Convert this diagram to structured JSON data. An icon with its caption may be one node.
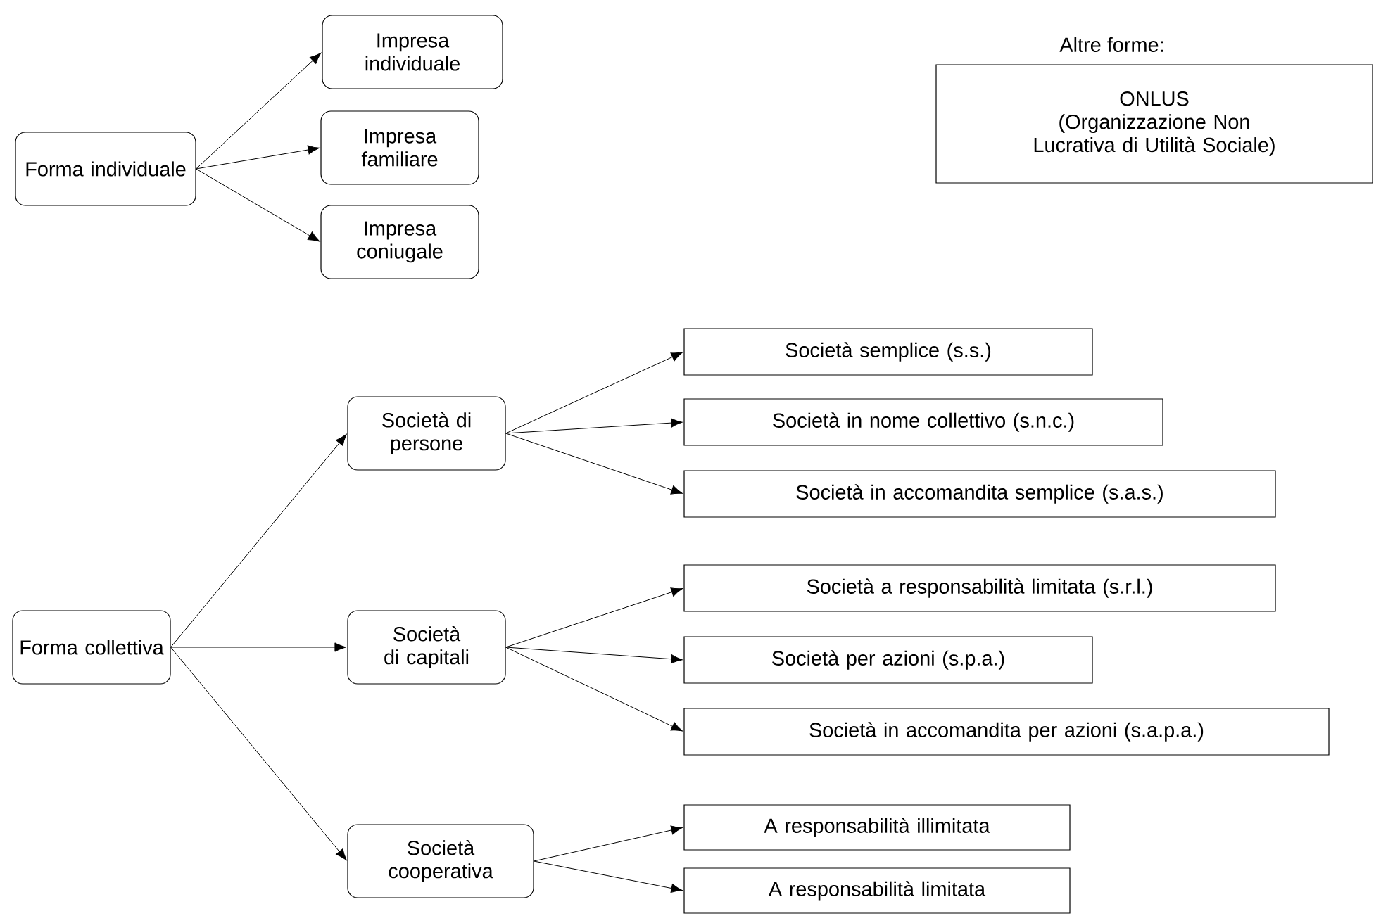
{
  "diagram": {
    "nodes": [
      {
        "text": [
          "Forma individuale"
        ]
      },
      {
        "text": [
          "Impresa individuale"
        ]
      },
      {
        "text": [
          "Impresa familiare"
        ]
      },
      {
        "text": [
          "Impresa coniugale"
        ]
      },
      {
        "text": [
          "Altre forme:",
          "ONLUS",
          "(Organizzazione Non Lucrativa di Utilità Sociale)"
        ]
      },
      {
        "text": [
          "Forma collettiva"
        ]
      },
      {
        "text": [
          "Società di persone"
        ]
      },
      {
        "text": [
          "Società di capitali"
        ]
      },
      {
        "text": [
          "Società cooperativa"
        ]
      },
      {
        "text": [
          "Società semplice (s.s.)"
        ]
      },
      {
        "text": [
          "Società in nome collettivo (s.n.c.)"
        ]
      },
      {
        "text": [
          "Società in accomandita semplice (s.a.s.)"
        ]
      },
      {
        "text": [
          "Società a responsabilità limitata (s.r.l.)"
        ]
      },
      {
        "text": [
          "Società per azioni (s.p.a.)"
        ]
      },
      {
        "text": [
          "Società in accomandita per azioni (s.a.p.a.)"
        ]
      },
      {
        "text": [
          "A responsabilità illimitata"
        ]
      },
      {
        "text": [
          "A responsabilità limitata"
        ]
      }
    ],
    "edges": [
      {
        "from": 0,
        "to": 1,
        "arrow": "to"
      },
      {
        "from": 0,
        "to": 2,
        "arrow": "to"
      },
      {
        "from": 0,
        "to": 3,
        "arrow": "to"
      },
      {
        "from": 5,
        "to": 6,
        "arrow": "to"
      },
      {
        "from": 5,
        "to": 7,
        "arrow": "to"
      },
      {
        "from": 5,
        "to": 8,
        "arrow": "to"
      },
      {
        "from": 6,
        "to": 9,
        "arrow": "to"
      },
      {
        "from": 6,
        "to": 10,
        "arrow": "to"
      },
      {
        "from": 6,
        "to": 11,
        "arrow": "to"
      },
      {
        "from": 7,
        "to": 12,
        "arrow": "to"
      },
      {
        "from": 7,
        "to": 13,
        "arrow": "to"
      },
      {
        "from": 7,
        "to": 14,
        "arrow": "to"
      },
      {
        "from": 8,
        "to": 15,
        "arrow": "to"
      },
      {
        "from": 8,
        "to": 16,
        "arrow": "to"
      }
    ]
  }
}
